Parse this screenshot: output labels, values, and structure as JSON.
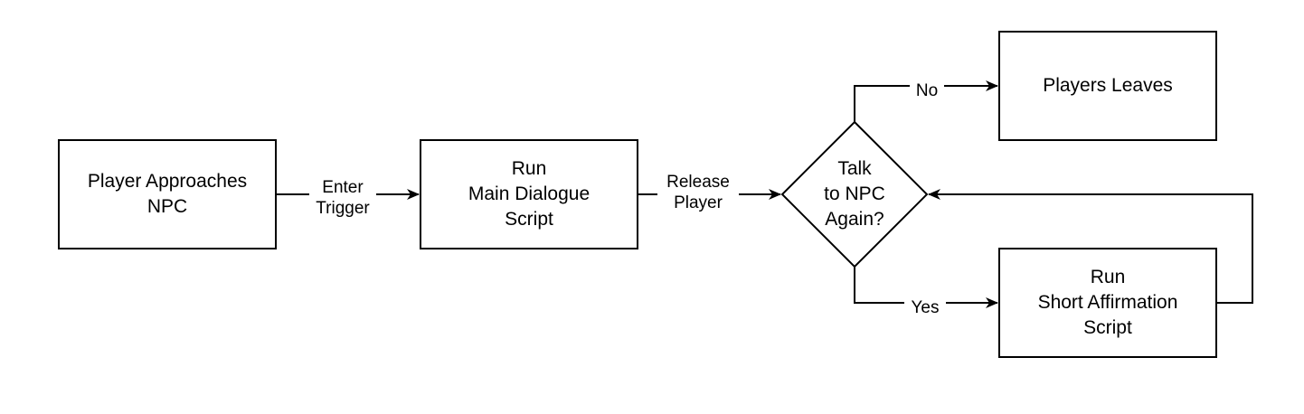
{
  "nodes": {
    "player_approaches": "Player Approaches\nNPC",
    "main_dialogue": "Run\nMain Dialogue\nScript",
    "decision": "Talk\nto NPC\nAgain?",
    "players_leaves": "Players Leaves",
    "short_affirmation": "Run\nShort Affirmation\nScript"
  },
  "edges": {
    "enter_trigger": "Enter\nTrigger",
    "release_player": "Release\nPlayer",
    "no": "No",
    "yes": "Yes"
  },
  "colors": {
    "stroke": "#000000",
    "fill": "#ffffff"
  }
}
